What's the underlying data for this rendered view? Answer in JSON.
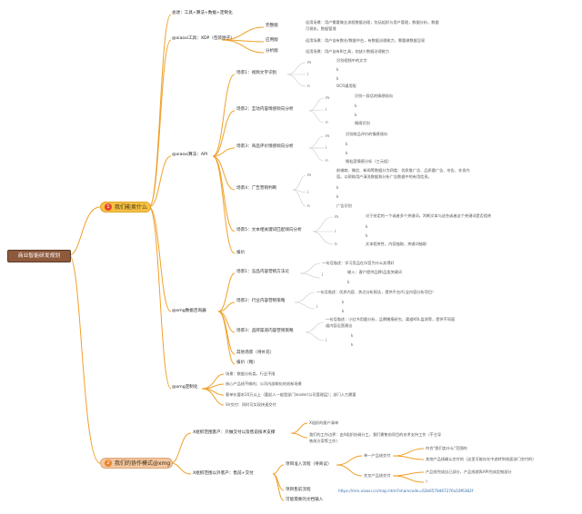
{
  "root": "商业智能研发规划",
  "colors": {
    "line": "#f0a028",
    "main1_bg": "#f7c244",
    "main1_num": "#e8462d",
    "main2_bg": "#f3c7a0",
    "main2_num": "#e8862d"
  },
  "branch1": {
    "num": "1",
    "label": "我们能卖什么",
    "overview": "总述：工具+算法+数据+定制化",
    "tool": {
      "label": "@xiaoxi工具：XDP（包装厨子）",
      "items": [
        {
          "label": "完整版",
          "desc": [
            "适用场景：用户需要做全流程数据治理，包括组织与用户管理，数据分析，数据",
            "可视化，数据管理"
          ]
        },
        {
          "label": "应用版",
          "desc": [
            "适用场景：用户自有数仓/数据中台，有数据治理能力，需要做数据呈现"
          ]
        },
        {
          "label": "分析版",
          "desc": [
            "适用场景：用户自有BI工具，仅缺少数据治理能力"
          ]
        }
      ]
    },
    "algo": {
      "label": "@xiaoxi算法：API",
      "scenes": [
        {
          "label": "场景1：视频文字识别",
          "m": "m",
          "i": "i",
          "k": "k",
          "n": "n",
          "texts": [
            "识别视频中的文字",
            "OCR通用版"
          ]
        },
        {
          "label": "场景2：互动内容情感倾向分析",
          "m": "m",
          "i": "i",
          "k": "k",
          "n": "n",
          "texts": [
            "识别一段话的情感倾向",
            "情感识别"
          ]
        },
        {
          "label": "场景3：商品评价情感倾向分析",
          "m": "m",
          "i": "i",
          "k": "k",
          "n": "n",
          "texts": [
            "识别商品评价的情感倾向",
            "细粒度情感分析（三元组）"
          ]
        },
        {
          "label": "场景4：广告营销判断",
          "m": "m",
          "i": "i",
          "k": "k",
          "n": "n",
          "texts": [
            "前端商、微信、新闻等数据分为四类：优质推广告、品质量广告、杂告、非发内",
            "容。以帮助用户清洗数据和分析广告数据中的有用信息。",
            "广告识别"
          ]
        },
        {
          "label": "场景5：文本相关键词匹配倾向分析",
          "m": "m",
          "i": "i",
          "k": "k",
          "n": "n",
          "texts": [
            "对于给定的一个或者多个关键词，判断文本与这些或者这个关键词是否相关",
            "文本相关性，内容抽取，关键词抽取"
          ]
        }
      ],
      "tail": "报价"
    },
    "data": {
      "label": "@xmg数据咨询器",
      "scenes": [
        {
          "label": "场景1：竞品内容营销方法论",
          "texts": [
            "一句话描述：学习竞品在抖音为什么卖得好",
            "输入：客户提供品牌/品类关键词",
            "i",
            "k"
          ]
        },
        {
          "label": "场景2：行业内容营销策略",
          "texts": [
            "一句话描述：优质内容、热点分析报告，提供平台/行业内容分析项目！",
            "i",
            "k"
          ]
        },
        {
          "label": "场景3：品牌渠道内容营销策略",
          "texts": [
            "一句话描述：小红书用量分析，品牌播报研究，渠道KOL监测等，提供不同面",
            "道内容运营建议",
            "i",
            "k"
          ]
        }
      ],
      "other": "其他场景（待补充）",
      "report": "报价（略）"
    },
    "custom": {
      "label": "@xmg定制化",
      "items": [
        "场景：数据分析类，行业不限",
        "核心产品线不做的；公司内部孵化的创新场景",
        "客单价要求20万以上（要起人一般是部门leader/公司管理层）；部门人力需要",
        "SV交付：同时可实现快速交付"
      ]
    }
  },
  "branch2": {
    "num": "2",
    "label": "我们的协作模式@xmg",
    "a": {
      "label": "X组织范围客户：只做交付以及售前技术支撑",
      "items": [
        "X组织的客户清单",
        "我们的工作边界：由X组织协调分工，我们需售前项目的技术支持工作（不主导",
        "售前方案等工作）"
      ]
    },
    "b": {
      "label": "X组织范围以外客户：售前+交付",
      "flow": "项目准入流程（待商议）",
      "single": "单一产品线交付",
      "single_items": [
        "符合\"我们卖什么\"范围的",
        "其他产品线确认交付的（这里可能存在中途转到地面部门交付的）"
      ],
      "cross": "交叉产品线交付",
      "cross_items": [
        "产品线完成自己部分，产品线就再API完成定制部分",
        "？"
      ],
      "presale": "项目售前流程",
      "url": "https://mm.xiaoxi.cn/map.html?sharecode=62b6578d67276a18f6382f",
      "docs": "可能需要的文档输入"
    }
  }
}
